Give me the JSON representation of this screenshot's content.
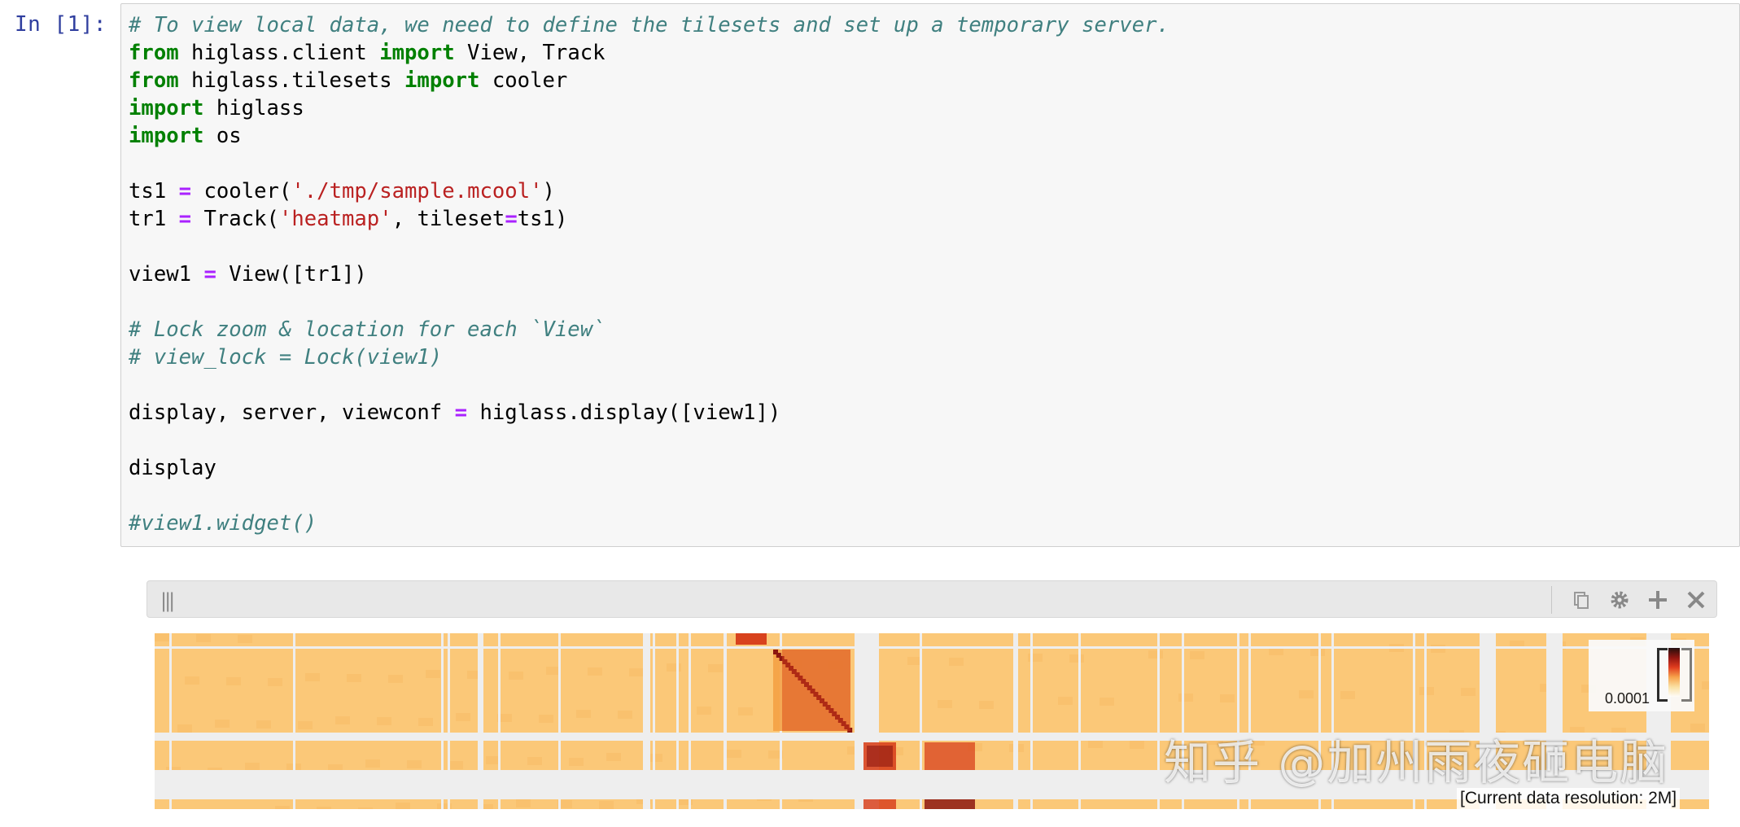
{
  "notebook": {
    "prompt": "In [1]:",
    "code_lines": [
      [
        {
          "t": "cm",
          "v": "# To view local data, we need to define the tilesets and set up a temporary server."
        }
      ],
      [
        {
          "t": "kw",
          "v": "from"
        },
        {
          "t": "",
          "v": " higlass.client "
        },
        {
          "t": "kw",
          "v": "import"
        },
        {
          "t": "",
          "v": " View, Track"
        }
      ],
      [
        {
          "t": "kw",
          "v": "from"
        },
        {
          "t": "",
          "v": " higlass.tilesets "
        },
        {
          "t": "kw",
          "v": "import"
        },
        {
          "t": "",
          "v": " cooler"
        }
      ],
      [
        {
          "t": "kw",
          "v": "import"
        },
        {
          "t": "",
          "v": " higlass"
        }
      ],
      [
        {
          "t": "kw",
          "v": "import"
        },
        {
          "t": "",
          "v": " os"
        }
      ],
      [],
      [
        {
          "t": "",
          "v": "ts1 "
        },
        {
          "t": "op",
          "v": "="
        },
        {
          "t": "",
          "v": " cooler("
        },
        {
          "t": "st",
          "v": "'./tmp/sample.mcool'"
        },
        {
          "t": "",
          "v": ")"
        }
      ],
      [
        {
          "t": "",
          "v": "tr1 "
        },
        {
          "t": "op",
          "v": "="
        },
        {
          "t": "",
          "v": " Track("
        },
        {
          "t": "st",
          "v": "'heatmap'"
        },
        {
          "t": "",
          "v": ", tileset"
        },
        {
          "t": "op",
          "v": "="
        },
        {
          "t": "",
          "v": "ts1)"
        }
      ],
      [],
      [
        {
          "t": "",
          "v": "view1 "
        },
        {
          "t": "op",
          "v": "="
        },
        {
          "t": "",
          "v": " View([tr1])"
        }
      ],
      [],
      [
        {
          "t": "cm",
          "v": "# Lock zoom & location for each `View`"
        }
      ],
      [
        {
          "t": "cm",
          "v": "# view_lock = Lock(view1)"
        }
      ],
      [],
      [
        {
          "t": "",
          "v": "display, server, viewconf "
        },
        {
          "t": "op",
          "v": "="
        },
        {
          "t": "",
          "v": " higlass.display([view1])"
        }
      ],
      [],
      [
        {
          "t": "",
          "v": "display"
        }
      ],
      [],
      [
        {
          "t": "cm",
          "v": "#view1.widget()"
        }
      ]
    ]
  },
  "higlass": {
    "toolbar": {
      "drag_handle": "|||",
      "icons": [
        "copy-icon",
        "gear-icon",
        "plus-icon",
        "close-icon"
      ]
    },
    "legend": {
      "value": "0.0001"
    },
    "resolution_label": "[Current data resolution: 2M]",
    "colors": {
      "light": "#fbc878",
      "mid": "#f4a144",
      "dark": "#d8421d",
      "darkest": "#8c1710",
      "gap": "#eeeeee"
    }
  },
  "watermark": "知乎 @加州雨夜砸电脑"
}
